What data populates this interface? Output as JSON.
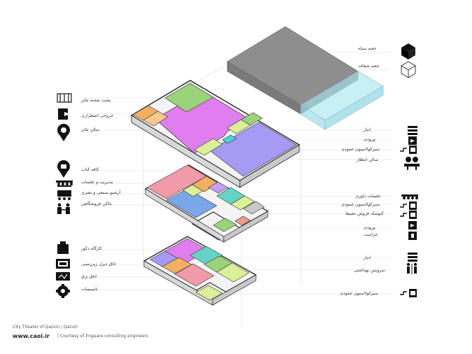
{
  "legend": {
    "black_box": "جعبه سیاه",
    "transparent_box": "جعبه شفاف"
  },
  "left_labels": {
    "backstage": "پشت صحنه تئاتر",
    "emergency_exit": "خروجی اضطراری",
    "theater_hall": "سالن تئاتر",
    "book_cafe": "کافه کتاب",
    "management": "مدیریت و جلسات",
    "av_archive": "آرشیو سمعی و بصری",
    "shop_balcony": "بالکن فروشگاهی",
    "decor_workshop": "کارگاه دکور",
    "underground_dimmer": "اتاق دیزل زیرزمینی",
    "electrical_room": "اتاق برق",
    "installations": "تاسیسات"
  },
  "right_labels": {
    "storage_top": "انبار",
    "entrance_top": "ورودی",
    "vertical_circulation_top": "سیرکولاسیون عمودی",
    "waiting_hall": "سالن انتظار",
    "jury_meetings": "جلسات داوری",
    "vertical_circulation_mid": "سیرکولاسیون عمودی",
    "active_kiosk": "کیوسک فروش نشیط",
    "entrance_mid": "ورودی",
    "security": "حراست",
    "storage_low": "انبار",
    "wc_service": "سرویس بهداشتی",
    "vertical_circulation_low": "سیرکولاسیون عمودی"
  },
  "credits": {
    "project": "City Theater of Qazvin  |  Qazvin",
    "site": "www.caoi.ir",
    "courtesy": "|   Courtesy of Engaare consulting engineers"
  },
  "colors": {
    "magenta": "#e07ef0",
    "purple": "#a79af5",
    "green": "#9bd37a",
    "olive": "#dcef99",
    "teal": "#66d3c7",
    "orange": "#f2b061",
    "pink": "#f19aaa",
    "blue": "#7aa7ea",
    "gray": "#c8c8c8",
    "cyan": "#aee9f0"
  }
}
